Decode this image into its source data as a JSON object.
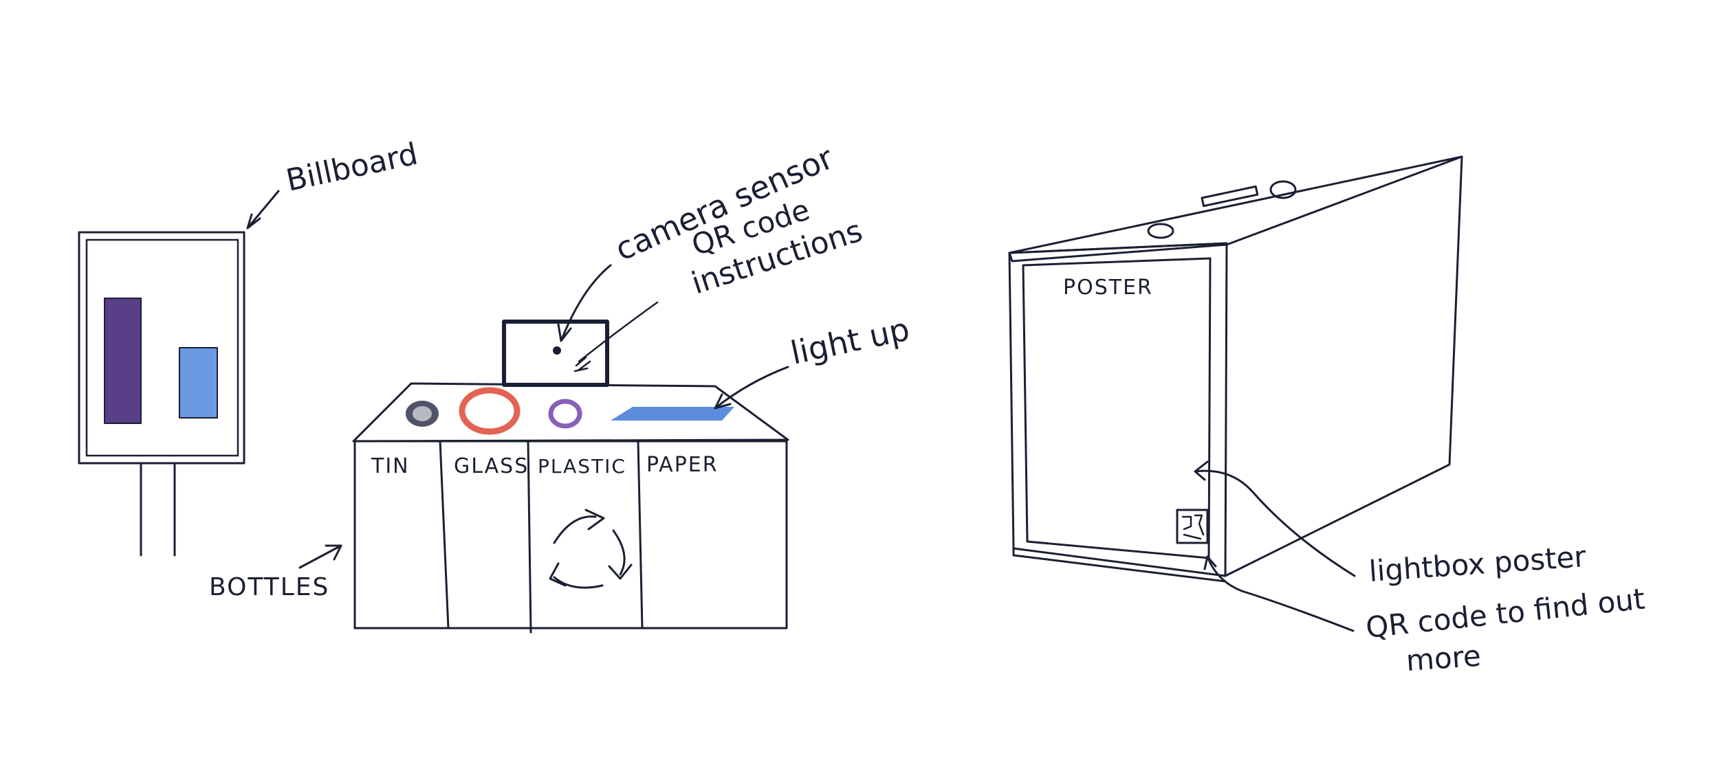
{
  "billboard": {
    "label": "Billboard",
    "bar_colors": [
      "#4a2f7e",
      "#5b8fe0"
    ]
  },
  "bin": {
    "bottles_label": "BOTTLES",
    "compartments": [
      {
        "label": "TIN"
      },
      {
        "label": "GLASS"
      },
      {
        "label": "PLASTIC"
      },
      {
        "label": "PAPER"
      }
    ],
    "slot_colors": {
      "tin": "#2f3550",
      "glass": "#e0533f",
      "plastic": "#7a4fb0",
      "paper": "#3f79d6"
    },
    "recycle_icon": "recycle-icon"
  },
  "camera_box": {
    "annotation_lines": [
      "camera sensor",
      "QR code",
      "instructions"
    ]
  },
  "light_up_label": "light up",
  "lightbox": {
    "poster_label": "POSTER",
    "qr_icon": "qr-code-icon",
    "annotation_poster": "lightbox poster",
    "annotation_qr_lines": [
      "QR code to find out",
      "more"
    ]
  }
}
